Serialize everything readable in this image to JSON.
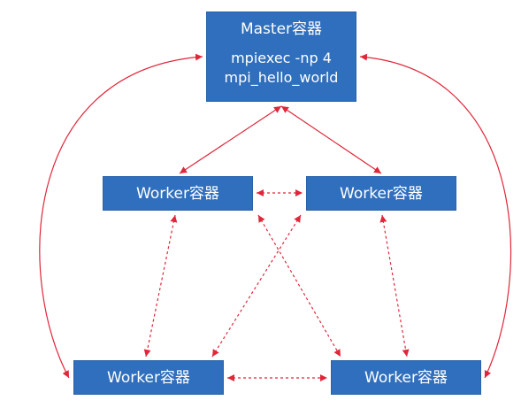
{
  "colors": {
    "node_fill": "#2f6fbd",
    "node_text": "#ffffff",
    "connector": "#e0263a"
  },
  "master": {
    "title": "Master容器",
    "command_line1": "mpiexec -np 4",
    "command_line2": "mpi_hello_world"
  },
  "workers": {
    "top_left": "Worker容器",
    "top_right": "Worker容器",
    "bottom_left": "Worker容器",
    "bottom_right": "Worker容器"
  },
  "connections": [
    {
      "from": "master",
      "to": "worker-top-left",
      "style": "solid",
      "arrows": "both"
    },
    {
      "from": "master",
      "to": "worker-top-right",
      "style": "solid",
      "arrows": "both"
    },
    {
      "from": "master",
      "to": "worker-bottom-left",
      "style": "solid",
      "arrows": "both"
    },
    {
      "from": "master",
      "to": "worker-bottom-right",
      "style": "solid",
      "arrows": "both"
    },
    {
      "from": "worker-top-left",
      "to": "worker-top-right",
      "style": "dashed",
      "arrows": "both"
    },
    {
      "from": "worker-bottom-left",
      "to": "worker-bottom-right",
      "style": "dashed",
      "arrows": "both"
    },
    {
      "from": "worker-top-left",
      "to": "worker-bottom-left",
      "style": "dashed",
      "arrows": "both"
    },
    {
      "from": "worker-top-right",
      "to": "worker-bottom-right",
      "style": "dashed",
      "arrows": "both"
    },
    {
      "from": "worker-top-left",
      "to": "worker-bottom-right",
      "style": "dashed",
      "arrows": "both"
    },
    {
      "from": "worker-top-right",
      "to": "worker-bottom-left",
      "style": "dashed",
      "arrows": "both"
    }
  ]
}
